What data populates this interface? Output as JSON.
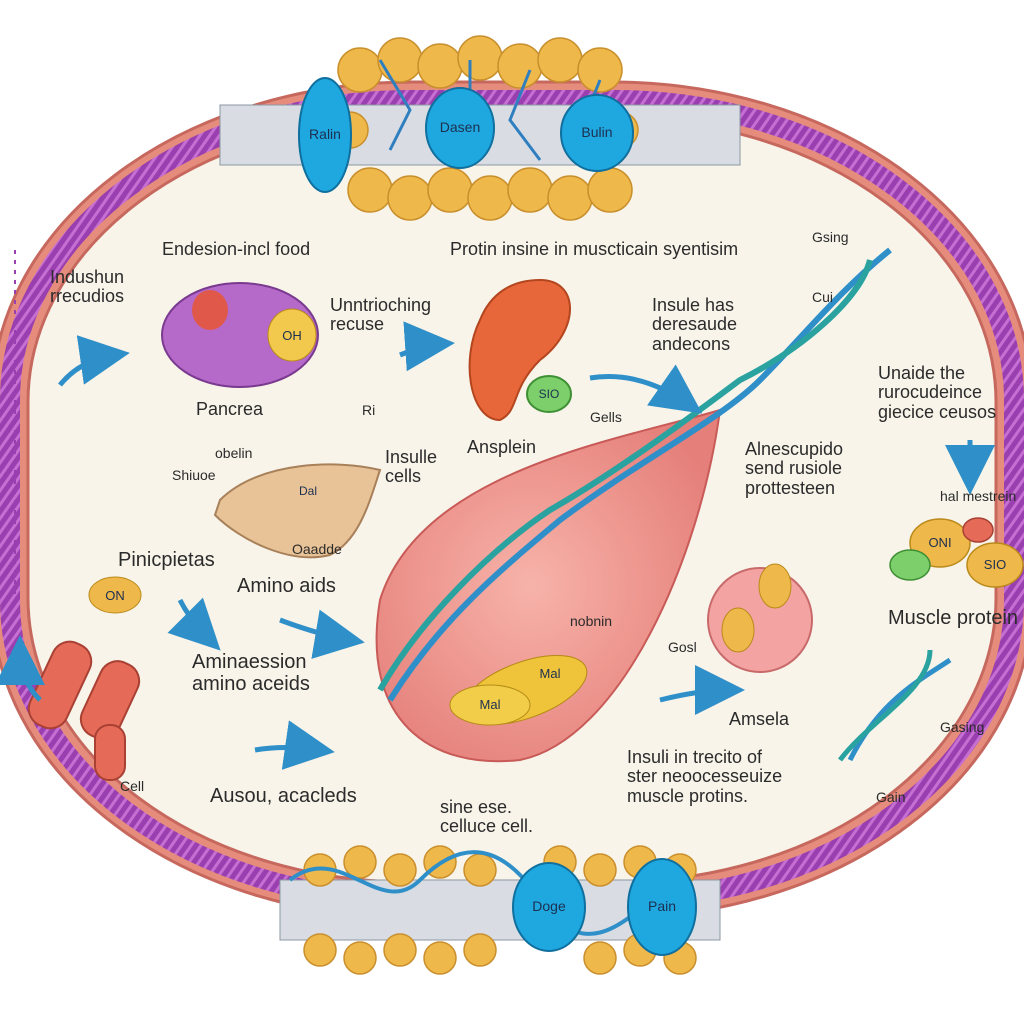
{
  "labels": {
    "endesion_food": "Endesion-incl food",
    "protein_title": "Protin insine in muscticain syentisim",
    "indushun": "Indushun\nrrecudios",
    "unntrioching": "Unntrioching\nrecuse",
    "insule_has": "Insule has\nderesaude\nandecons",
    "unaide": "Unaide the\nrurocudeince\ngiecice ceusos",
    "pancrea": "Pancrea",
    "insulle_cells": "Insulle\ncells",
    "ansplein": "Ansplein",
    "alnescupido": "Alnescupido\nsend rusiole\nprottesteen",
    "obelin": "obelin",
    "shiuoe": "Shiuoe",
    "pinicpietas": "Pinicpietas",
    "amino_aids": "Amino aids",
    "amino_acids_stack": "Aminaession\namino aceids",
    "ausou": "Ausou, acacleds",
    "sine_cell": "sine ese.\ncelluce cell.",
    "cell": "Cell",
    "muscle_protein": "Muscle protein",
    "amsela": "Amsela",
    "insuli_trecito": "Insuli in trecito of\nster neoocesseuize\nmuscle protins.",
    "gain": "Gain",
    "gsing": "Gsing",
    "cui": "Cui",
    "gells": "Gells",
    "hal_mestrein": "hal mestrein",
    "gosl": "Gosl",
    "nobnin": "nobnin",
    "gasing": "Gasing",
    "ri": "Ri",
    "dadde": "Oaadde"
  },
  "pills": {
    "top_left": "Ralin",
    "top_mid": "Dasen",
    "top_right": "Bulin",
    "bottom_left": "Doge",
    "bottom_right": "Pain",
    "pancreas_chip": "OH",
    "green_chip": "SIO",
    "pinicpietas_chip": "ON",
    "liver_chip": "Dal",
    "muscle_chip_1": "Mal",
    "muscle_chip_2": "Mal",
    "cluster_chip_1": "ONI",
    "cluster_chip_2": "SIO"
  },
  "colors": {
    "membrane_purple": "#9a3fb0",
    "membrane_pink": "#e07a70",
    "fat_yellow": "#efb84a",
    "pill_blue": "#1fa8e0",
    "dna_blue": "#2f8fc8",
    "muscle_pink": "#ec8c88",
    "background": "#f8f4ea"
  }
}
